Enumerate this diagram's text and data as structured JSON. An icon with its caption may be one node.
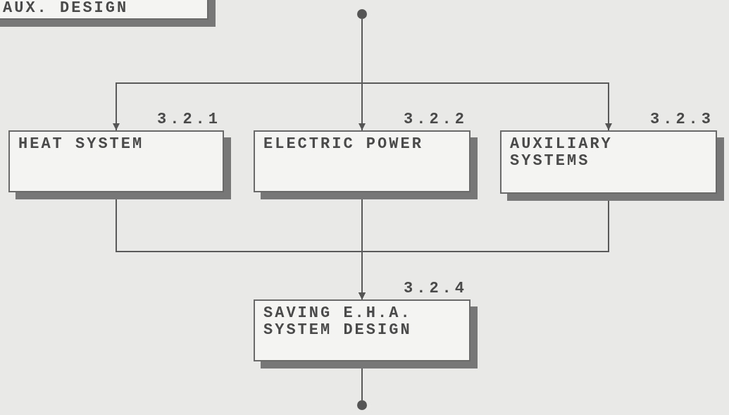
{
  "diagram": {
    "nodes": [
      {
        "text": [
          "AUX. DESIGN"
        ]
      },
      {
        "text": [],
        "shape": "circle"
      },
      {
        "text": [
          "HEAT SYSTEM"
        ],
        "beside": [
          "3.2.1"
        ]
      },
      {
        "text": [
          "ELECTRIC POWER"
        ],
        "beside": [
          "3.2.2"
        ]
      },
      {
        "text": [
          "AUXILIARY SYSTEMS"
        ],
        "beside": [
          "3.2.3"
        ]
      },
      {
        "text": [
          "SAVING E.H.A. SYSTEM DESIGN"
        ],
        "beside": [
          "3.2.4"
        ]
      },
      {
        "text": [],
        "shape": "circle"
      }
    ],
    "edges": [
      {
        "from": 1,
        "to": 2,
        "arrow": "to"
      },
      {
        "from": 1,
        "to": 3,
        "arrow": "to"
      },
      {
        "from": 1,
        "to": 4,
        "arrow": "to"
      },
      {
        "from": 2,
        "to": 5,
        "arrow": "to"
      },
      {
        "from": 3,
        "to": 5,
        "arrow": "to"
      },
      {
        "from": 4,
        "to": 5,
        "arrow": "to"
      },
      {
        "from": 5,
        "to": 6,
        "arrow": "none"
      }
    ]
  }
}
